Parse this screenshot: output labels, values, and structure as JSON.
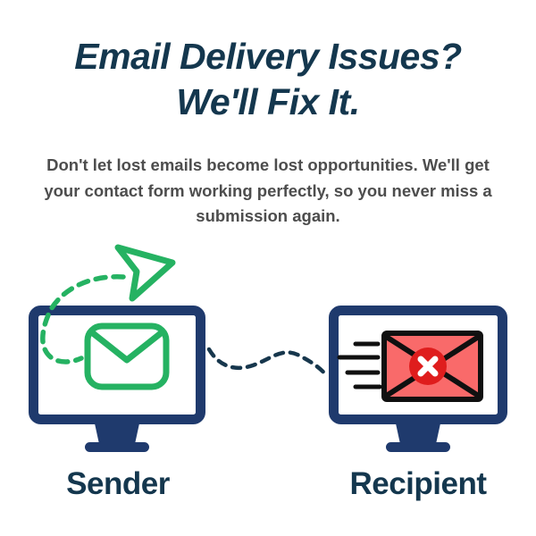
{
  "heading": {
    "line1": "Email Delivery Issues?",
    "line2": "We'll Fix It.",
    "color": "#14374e"
  },
  "subheading": {
    "lines": [
      "Don't let lost emails become lost opportunities. We'll get",
      "your contact form working perfectly, so you never miss a",
      "submission again."
    ],
    "color": "#4d4d4d"
  },
  "diagram": {
    "sender_label": "Sender",
    "recipient_label": "Recipient",
    "icons": [
      "paper-plane-icon",
      "envelope-icon",
      "blocked-envelope-icon",
      "error-x-icon",
      "monitor-icon"
    ],
    "colors": {
      "monitor_navy": "#1f3a6d",
      "green": "#25b262",
      "dashed_connection_navy": "#17374d",
      "blocked_envelope_fill": "#f96a6a",
      "blocked_envelope_outline": "#101010",
      "error_circle_red": "#df1d1d",
      "error_x_white": "#ffffff",
      "label_navy": "#14374e",
      "background": "#ffffff"
    }
  }
}
